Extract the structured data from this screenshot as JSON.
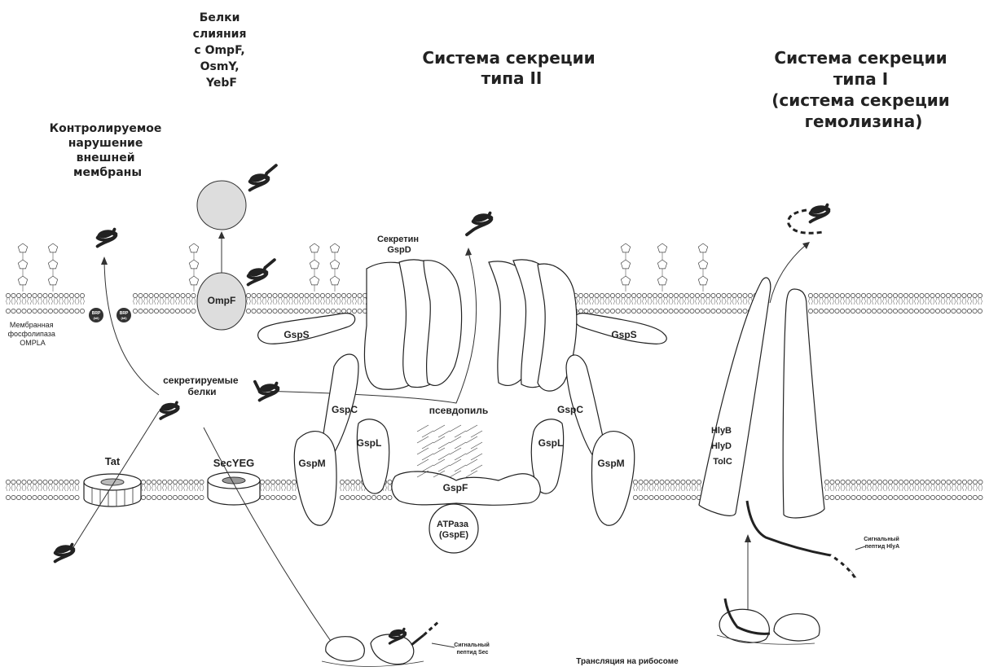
{
  "headings": {
    "fusion_proteins": [
      "Белки",
      "слияния",
      "с OmpF,",
      "OsmY,",
      "YebF"
    ],
    "type2": [
      "Система секреции",
      "типа II"
    ],
    "type1": [
      "Система секреции",
      "типа I",
      "(система секреции",
      "гемолизина)"
    ],
    "controlled_om": [
      "Контролируемое",
      "нарушение",
      "внешней",
      "мембраны"
    ]
  },
  "labels": {
    "omp_f": "OmpF",
    "membrane_phospholipase": [
      "Мембранная",
      "фосфолипаза",
      "OMPLA"
    ],
    "brp": "BRP",
    "kil": "(kil)",
    "secreted_proteins": [
      "секретируемые",
      "белки"
    ],
    "secretin": [
      "Секретин",
      "GspD"
    ],
    "gsp_s": "GspS",
    "gsp_c": "GspC",
    "gsp_l": "GspL",
    "gsp_m": "GspM",
    "gsp_f": "GspF",
    "pseudopilus": "псевдопиль",
    "atpase": [
      "АТРаза",
      "(GspE)"
    ],
    "tat": "Tat",
    "sec_yeg": "SecYEG",
    "hly": [
      "HlyB",
      "HlyD",
      "TolC"
    ],
    "signal_hlya": [
      "Сигнальный",
      "пептид HlyA"
    ],
    "signal_sec": [
      "Сигнальный",
      "пептид Sec"
    ],
    "ribosome_translation": "Трансляция на рибосоме"
  },
  "colors": {
    "ink": "#222222",
    "vesicle_fill": "#dddddd",
    "brp_fill": "#333333",
    "background": "#ffffff"
  }
}
